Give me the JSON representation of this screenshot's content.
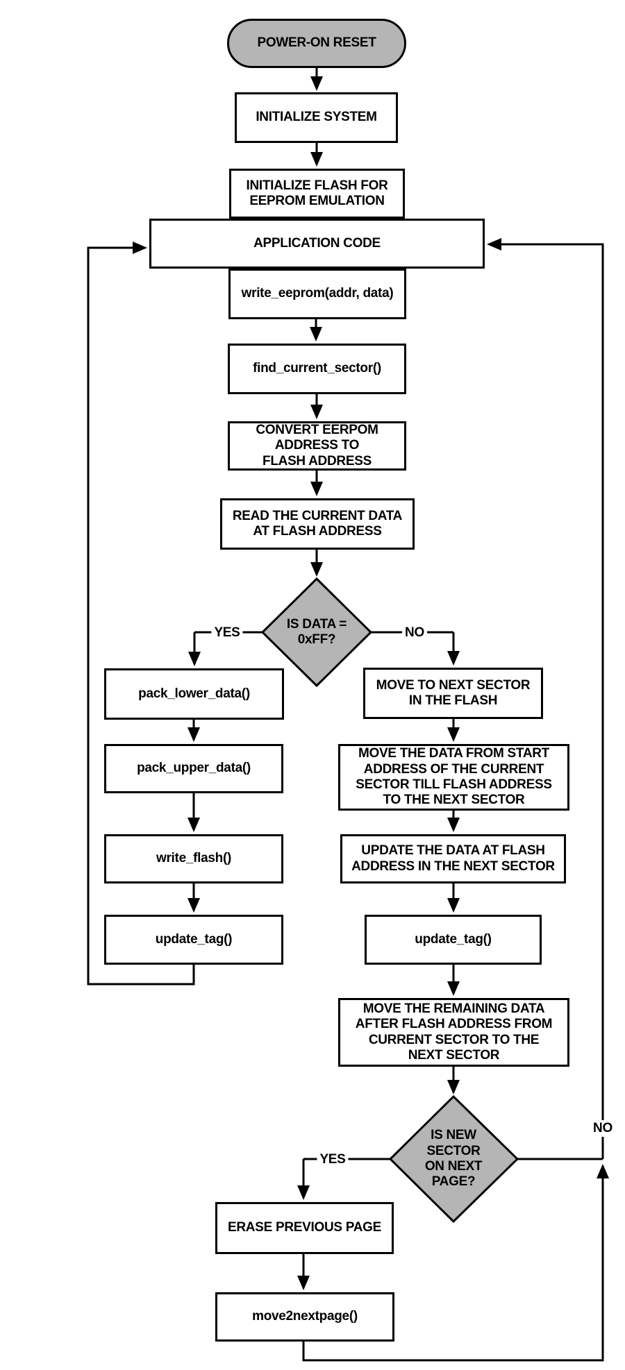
{
  "flowchart": {
    "nodes": {
      "power_on_reset": {
        "label": "POWER-ON RESET",
        "shape": "terminator"
      },
      "initialize_system": {
        "label": "INITIALIZE SYSTEM",
        "shape": "process"
      },
      "initialize_flash": {
        "label": "INITIALIZE FLASH FOR\nEEPROM EMULATION",
        "shape": "process"
      },
      "application_code": {
        "label": "APPLICATION CODE",
        "shape": "process"
      },
      "write_eeprom": {
        "label": "write_eeprom(addr, data)",
        "shape": "process"
      },
      "find_current_sector": {
        "label": "find_current_sector()",
        "shape": "process"
      },
      "convert_address": {
        "label": "CONVERT EERPOM\nADDRESS TO\nFLASH ADDRESS",
        "shape": "process"
      },
      "read_current_data": {
        "label": "READ THE CURRENT DATA\nAT FLASH ADDRESS",
        "shape": "process"
      },
      "is_data_ff": {
        "label": "IS DATA =\n0xFF?",
        "shape": "decision"
      },
      "pack_lower_data": {
        "label": "pack_lower_data()",
        "shape": "process"
      },
      "pack_upper_data": {
        "label": "pack_upper_data()",
        "shape": "process"
      },
      "write_flash": {
        "label": "write_flash()",
        "shape": "process"
      },
      "update_tag_left": {
        "label": "update_tag()",
        "shape": "process"
      },
      "move_to_next_sector": {
        "label": "MOVE TO NEXT SECTOR\nIN THE FLASH",
        "shape": "process"
      },
      "move_data_from_start": {
        "label": "MOVE THE DATA FROM START\nADDRESS OF THE CURRENT\nSECTOR TILL FLASH ADDRESS\nTO THE NEXT SECTOR",
        "shape": "process"
      },
      "update_data_at_flash": {
        "label": "UPDATE THE DATA AT FLASH\nADDRESS IN THE NEXT SECTOR",
        "shape": "process"
      },
      "update_tag_right": {
        "label": "update_tag()",
        "shape": "process"
      },
      "move_remaining_data": {
        "label": "MOVE THE REMAINING DATA\nAFTER FLASH ADDRESS FROM\nCURRENT SECTOR TO THE\nNEXT SECTOR",
        "shape": "process"
      },
      "is_new_sector": {
        "label": "IS NEW\nSECTOR\nON NEXT\nPAGE?",
        "shape": "decision"
      },
      "erase_previous_page": {
        "label": "ERASE PREVIOUS PAGE",
        "shape": "process"
      },
      "move2nextpage": {
        "label": "move2nextpage()",
        "shape": "process"
      }
    },
    "edge_labels": {
      "yes1": "YES",
      "no1": "NO",
      "yes2": "YES",
      "no2": "NO"
    },
    "colors": {
      "shape_fill_gray": "#b5b5b5",
      "box_fill": "#ffffff",
      "line": "#000000"
    }
  }
}
